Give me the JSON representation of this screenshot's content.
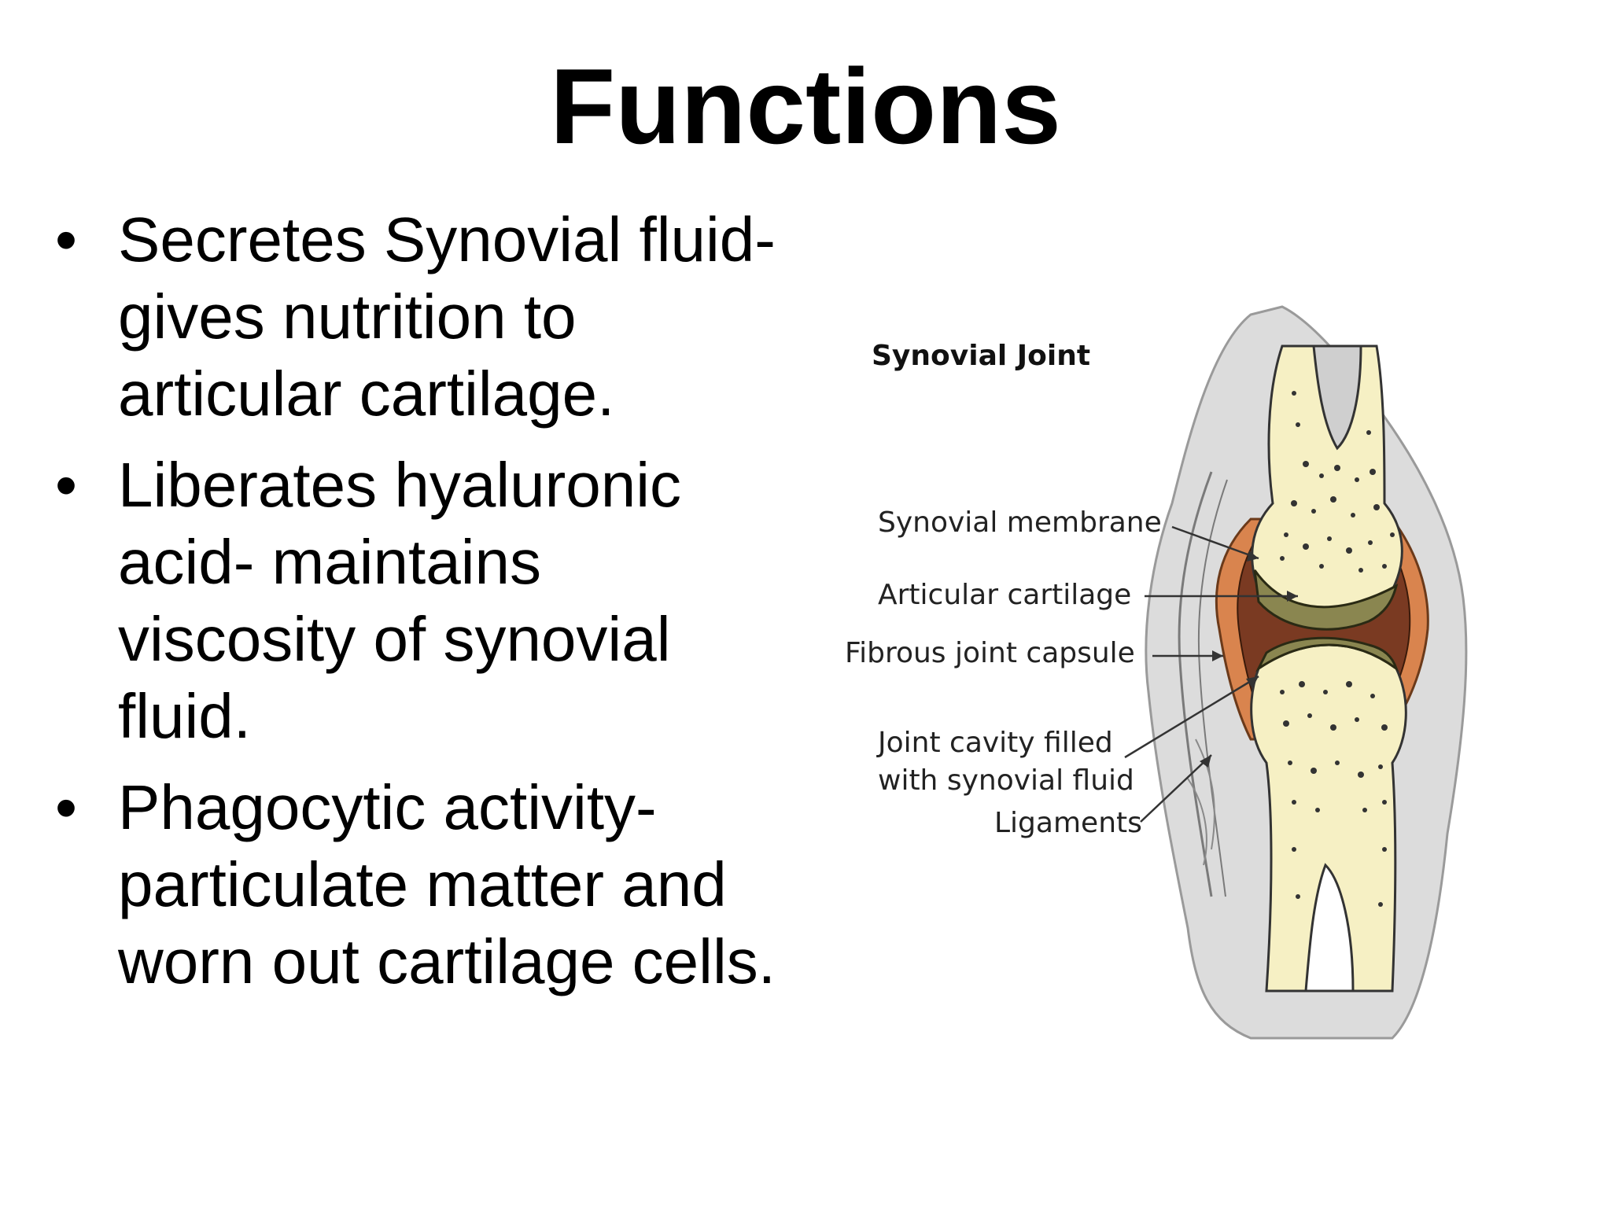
{
  "slide": {
    "title": "Functions",
    "bullets": [
      {
        "marker": "•",
        "lines": [
          "Secretes Synovial fluid-",
          "gives nutrition to",
          "articular cartilage."
        ]
      },
      {
        "marker": "•",
        "lines": [
          "Liberates hyaluronic",
          "acid- maintains",
          "viscosity of synovial",
          "fluid."
        ]
      },
      {
        "marker": "•",
        "lines": [
          "Phagocytic activity-",
          "particulate matter and",
          "worn out cartilage cells."
        ]
      }
    ]
  },
  "figure": {
    "title": "Synovial Joint",
    "labels": {
      "synovial_membrane": "Synovial membrane",
      "articular_cartilage": "Articular cartilage",
      "fibrous_joint_capsule": "Fibrous joint capsule",
      "joint_cavity_line1": "Joint cavity filled",
      "joint_cavity_line2": "with synovial fluid",
      "ligaments": "Ligaments"
    },
    "colors": {
      "bone": "#f6f0c4",
      "cartilage": "#8a8650",
      "cavity": "#7a3a22",
      "membrane": "#d9844e",
      "capsule": "#cfcfcf"
    }
  }
}
